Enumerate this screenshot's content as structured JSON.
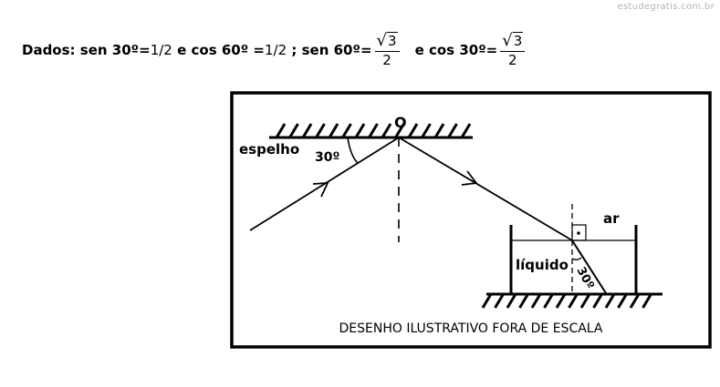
{
  "watermark": "estudegratis.com.br",
  "dados": {
    "prefix": "Dados:",
    "sen30_label": "sen 30º",
    "sen30_value": "1/2",
    "and1": "e",
    "cos60_label": "cos 60º",
    "cos60_value": "1/2",
    "separator": ";",
    "sen60_label": "sen 60º",
    "sen60_num": "3",
    "sen60_den": "2",
    "and2": "e",
    "cos30_label": "cos 30º",
    "cos30_num": "3",
    "cos30_den": "2",
    "equals": "="
  },
  "diagram": {
    "point_label": "O",
    "mirror_label": "espelho",
    "angle_top_label": "30º",
    "air_label": "ar",
    "liquid_label": "líquido",
    "angle_bottom_label": "30º",
    "caption": "DESENHO ILUSTRATIVO FORA DE ESCALA",
    "colors": {
      "stroke": "#000000",
      "background": "#ffffff"
    }
  }
}
